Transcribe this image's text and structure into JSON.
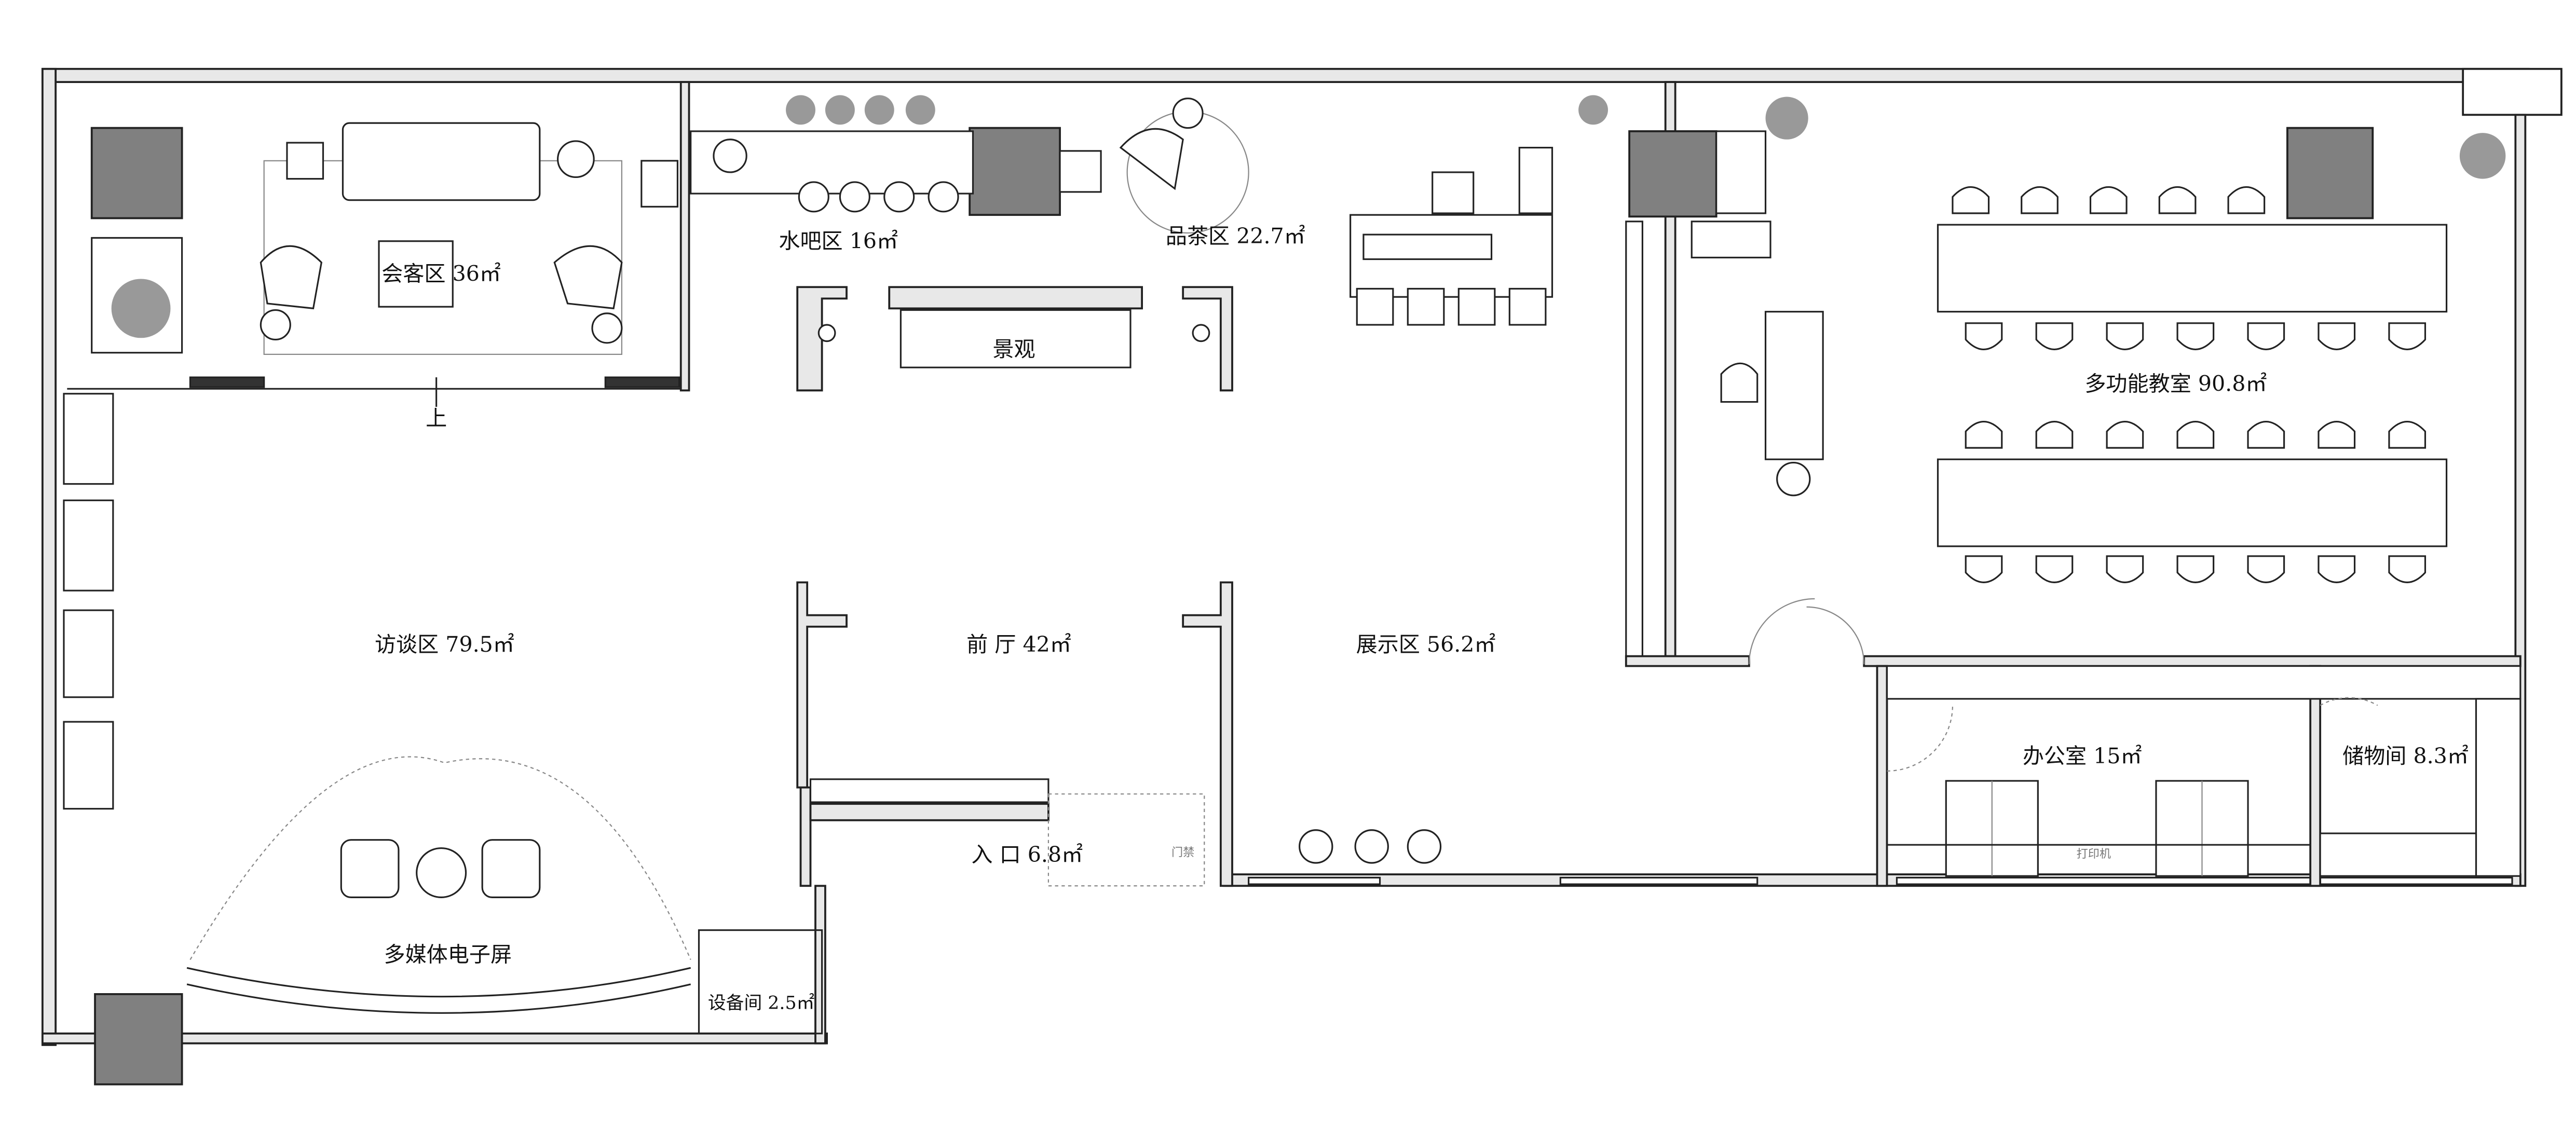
{
  "plan": {
    "rooms": {
      "reception": "会客区 36㎡",
      "water_bar": "水吧区 16㎡",
      "tea": "品茶区 22.7㎡",
      "landscape": "景观",
      "up": "上",
      "classroom": "多功能教室 90.8㎡",
      "interview": "访谈区 79.5㎡",
      "lobby": "前 厅 42㎡",
      "exhibition": "展示区 56.2㎡",
      "office": "办公室 15㎡",
      "storage": "储物间 8.3㎡",
      "entrance": "入 口 6.8㎡",
      "access_control": "门禁",
      "printer": "打印机",
      "media_screen": "多媒体电子屏",
      "equipment": "设备间 2.5㎡"
    },
    "colors": {
      "wall": "#222222",
      "pillar": "#808080",
      "hatch": "#e8e8e8"
    }
  }
}
